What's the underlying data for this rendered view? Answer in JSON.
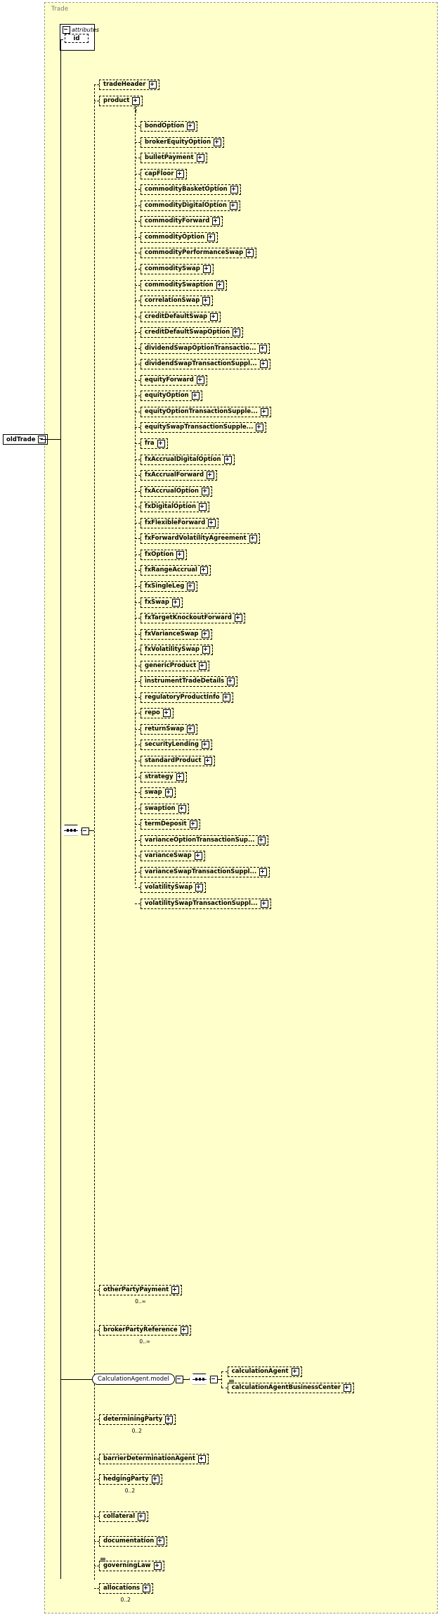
{
  "diagram": {
    "type": "xsd-schema-diagram",
    "container_title": "Trade",
    "root_element": "oldTrade",
    "attributes_group_label": "attributes",
    "attributes": [
      {
        "name": "id"
      }
    ],
    "model_group_label": "CalculationAgent.model",
    "sequence_symbol": "sequence",
    "colors": {
      "container_fill": "#ffffcc",
      "container_border": "#999999",
      "node_fill": "#ffffcc",
      "node_border": "#000000",
      "shadow": "#c0c0c0",
      "title_text": "#777777"
    },
    "choice_children": [
      {
        "label": "bondOption",
        "expander": "+"
      },
      {
        "label": "brokerEquityOption",
        "expander": "+"
      },
      {
        "label": "bulletPayment",
        "expander": "+"
      },
      {
        "label": "capFloor",
        "expander": "+"
      },
      {
        "label": "commodityBasketOption",
        "expander": "+"
      },
      {
        "label": "commodityDigitalOption",
        "expander": "+"
      },
      {
        "label": "commodityForward",
        "expander": "+"
      },
      {
        "label": "commodityOption",
        "expander": "+"
      },
      {
        "label": "commodityPerformanceSwap",
        "expander": "+"
      },
      {
        "label": "commoditySwap",
        "expander": "+"
      },
      {
        "label": "commoditySwaption",
        "expander": "+"
      },
      {
        "label": "correlationSwap",
        "expander": "+"
      },
      {
        "label": "creditDefaultSwap",
        "expander": "+"
      },
      {
        "label": "creditDefaultSwapOption",
        "expander": "+"
      },
      {
        "label": "dividendSwapOptionTransactio...",
        "expander": "+"
      },
      {
        "label": "dividendSwapTransactionSuppl...",
        "expander": "+"
      },
      {
        "label": "equityForward",
        "expander": "+"
      },
      {
        "label": "equityOption",
        "expander": "+"
      },
      {
        "label": "equityOptionTransactionSupple...",
        "expander": "+"
      },
      {
        "label": "equitySwapTransactionSupple...",
        "expander": "+"
      },
      {
        "label": "fra",
        "expander": "+"
      },
      {
        "label": "fxAccrualDigitalOption",
        "expander": "+"
      },
      {
        "label": "fxAccrualForward",
        "expander": "+"
      },
      {
        "label": "fxAccrualOption",
        "expander": "+"
      },
      {
        "label": "fxDigitalOption",
        "expander": "+"
      },
      {
        "label": "fxFlexibleForward",
        "expander": "+"
      },
      {
        "label": "fxForwardVolatilityAgreement",
        "expander": "+"
      },
      {
        "label": "fxOption",
        "expander": "+"
      },
      {
        "label": "fxRangeAccrual",
        "expander": "+"
      },
      {
        "label": "fxSingleLeg",
        "expander": "+"
      },
      {
        "label": "fxSwap",
        "expander": "+"
      },
      {
        "label": "fxTargetKnockoutForward",
        "expander": "+"
      },
      {
        "label": "fxVarianceSwap",
        "expander": "+"
      },
      {
        "label": "fxVolatilitySwap",
        "expander": "+"
      },
      {
        "label": "genericProduct",
        "expander": "+"
      },
      {
        "label": "instrumentTradeDetails",
        "expander": "+"
      },
      {
        "label": "regulatoryProductInfo",
        "expander": "+"
      },
      {
        "label": "repo",
        "expander": "+"
      },
      {
        "label": "returnSwap",
        "expander": "+"
      },
      {
        "label": "securityLending",
        "expander": "+"
      },
      {
        "label": "standardProduct",
        "expander": "+"
      },
      {
        "label": "strategy",
        "expander": "+"
      },
      {
        "label": "swap",
        "expander": "+"
      },
      {
        "label": "swaption",
        "expander": "+"
      },
      {
        "label": "termDeposit",
        "expander": "+"
      },
      {
        "label": "varianceOptionTransactionSup...",
        "expander": "+"
      },
      {
        "label": "varianceSwap",
        "expander": "+"
      },
      {
        "label": "varianceSwapTransactionSuppl...",
        "expander": "+"
      },
      {
        "label": "volatilitySwap",
        "expander": "+"
      },
      {
        "label": "volatilitySwapTransactionSuppl...",
        "expander": "+"
      }
    ],
    "sequence_children": [
      {
        "label": "tradeHeader",
        "expander": "+",
        "multiplicity": ""
      },
      {
        "label": "product",
        "expander": "+",
        "multiplicity": ""
      },
      {
        "label": "otherPartyPayment",
        "expander": "+",
        "multiplicity": "0..∞"
      },
      {
        "label": "brokerPartyReference",
        "expander": "+",
        "multiplicity": "0..∞"
      },
      {
        "label": "determiningParty",
        "expander": "+",
        "multiplicity": "0..2"
      },
      {
        "label": "barrierDeterminationAgent",
        "expander": "+",
        "multiplicity": ""
      },
      {
        "label": "hedgingParty",
        "expander": "+",
        "multiplicity": "0..2"
      },
      {
        "label": "collateral",
        "expander": "+",
        "multiplicity": ""
      },
      {
        "label": "documentation",
        "expander": "+",
        "multiplicity": ""
      },
      {
        "label": "governingLaw",
        "expander": "+",
        "multiplicity": ""
      },
      {
        "label": "allocations",
        "expander": "+",
        "multiplicity": "0..2"
      }
    ],
    "calculation_agent_children": [
      {
        "label": "calculationAgent",
        "expander": "+"
      },
      {
        "label": "calculationAgentBusinessCenter",
        "expander": "+"
      }
    ]
  }
}
